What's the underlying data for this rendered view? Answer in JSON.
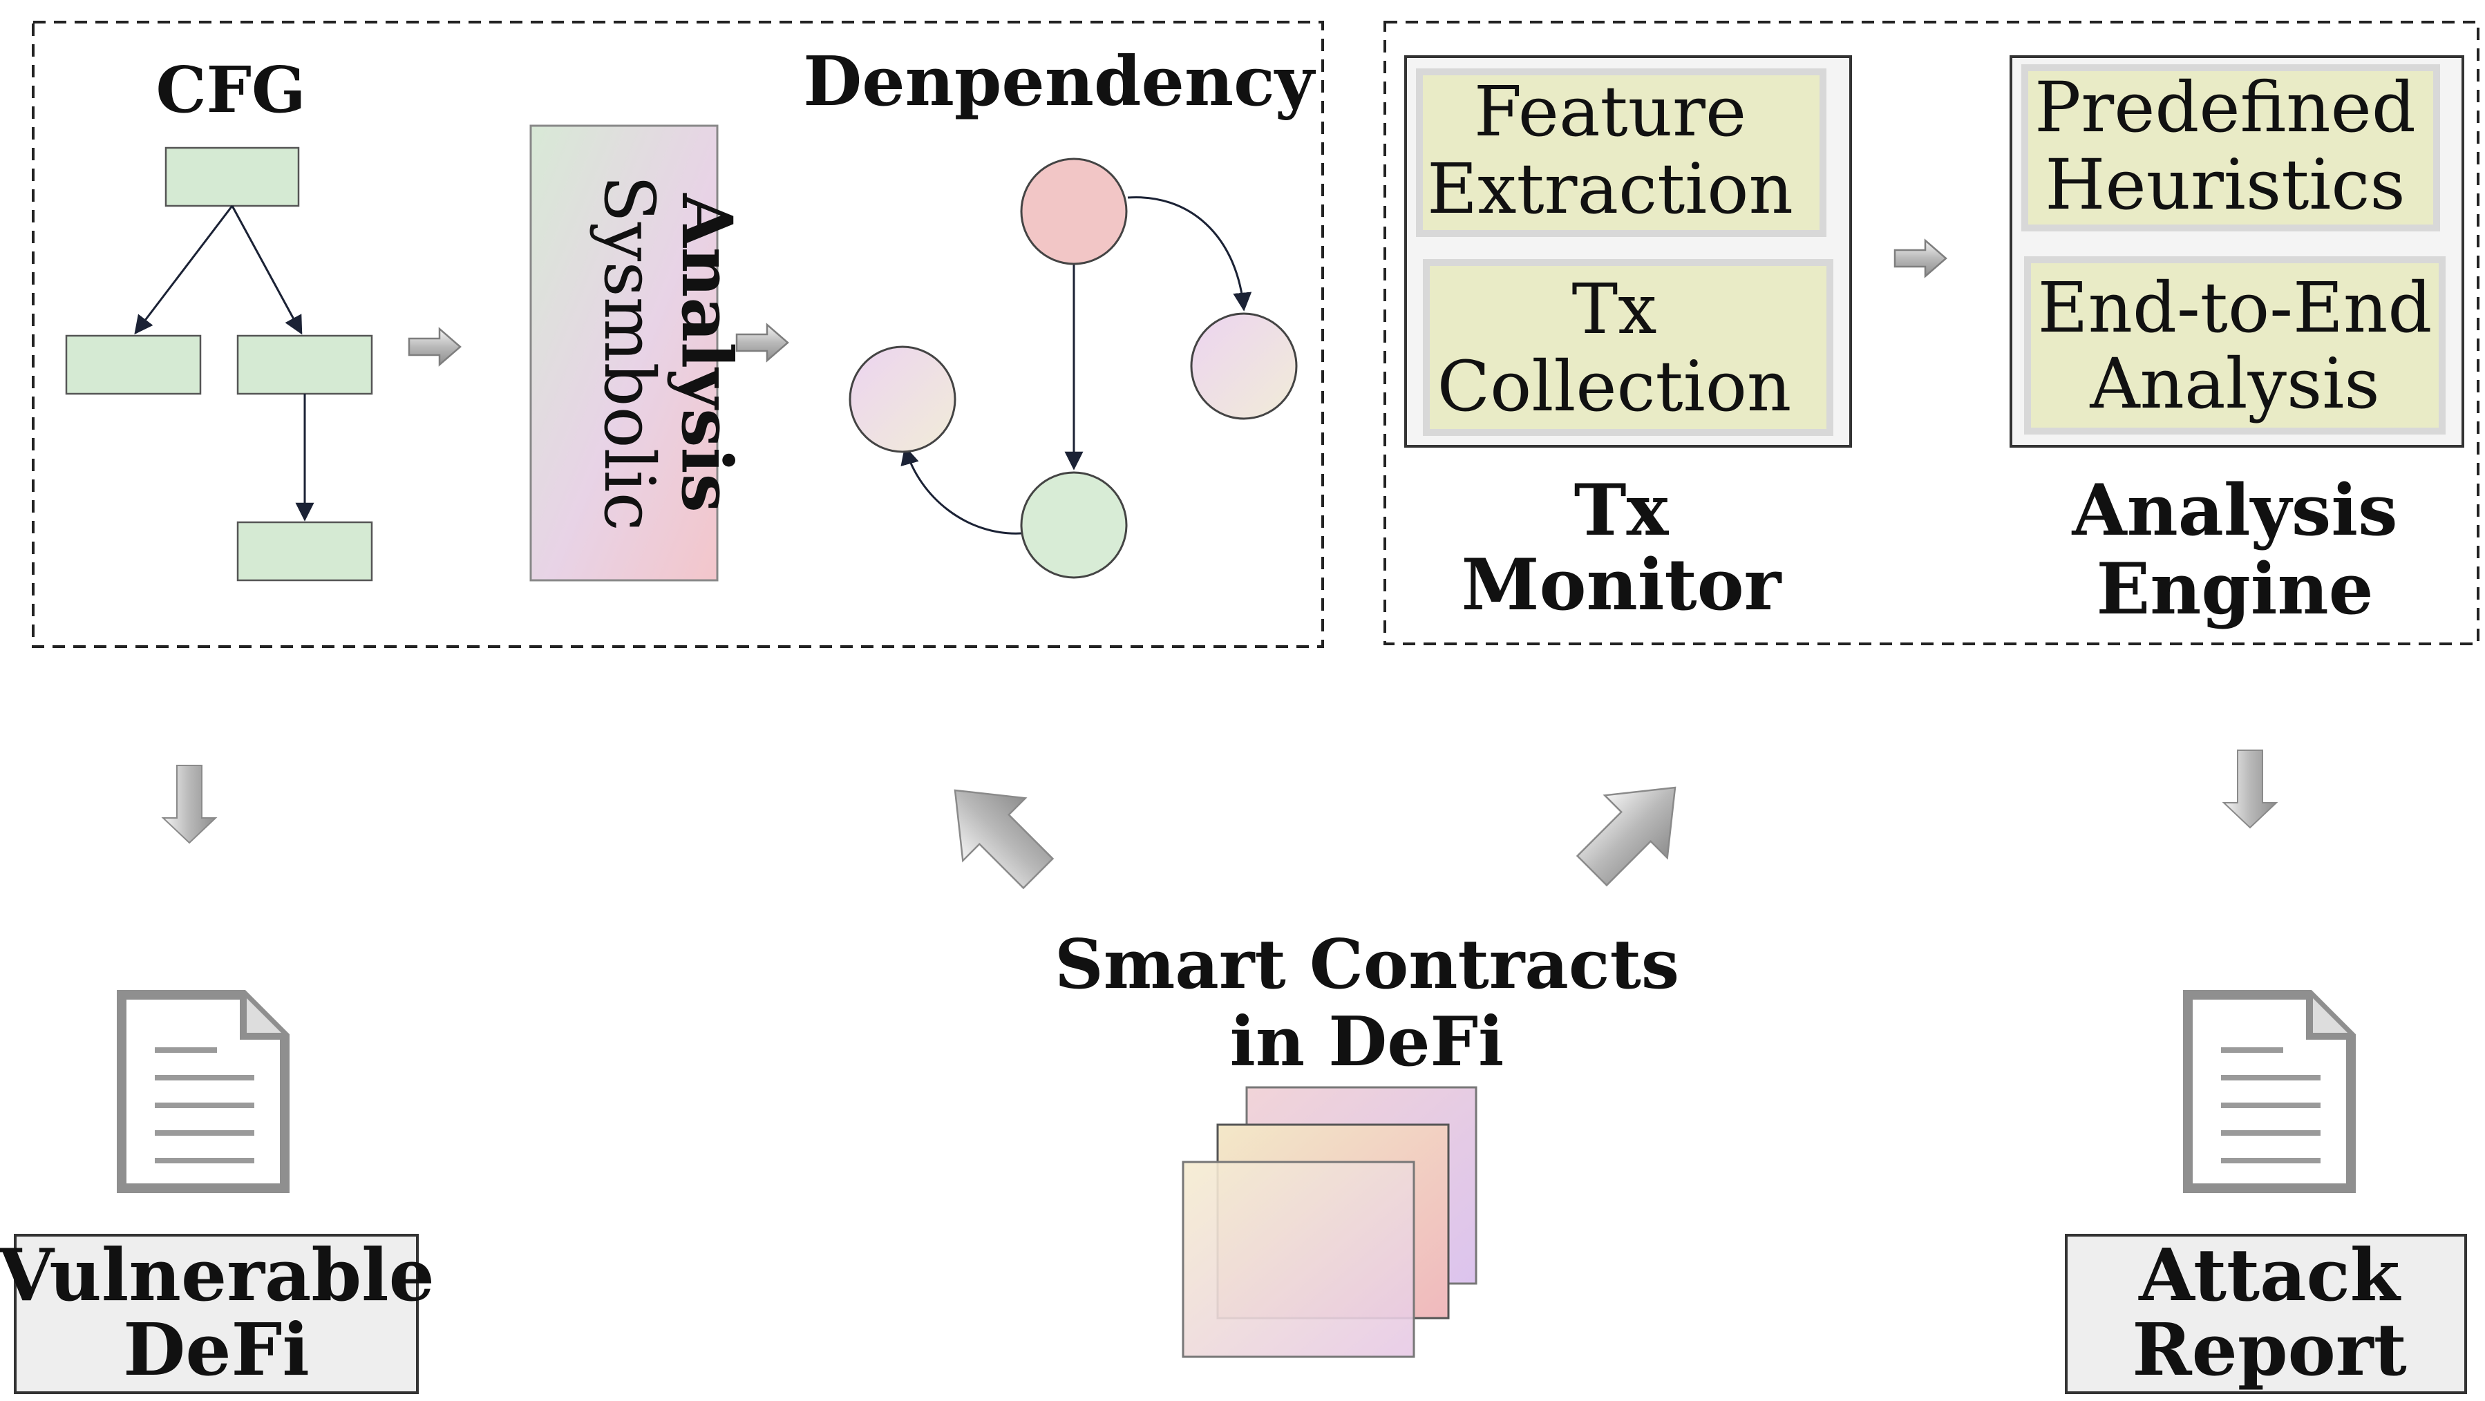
{
  "left_panel": {
    "cfg_title": "CFG",
    "symbolic_lines": [
      "Analysis",
      "Sysmbolic"
    ],
    "dependency_title": "Denpendency"
  },
  "right_panel": {
    "tx_monitor_items": [
      [
        "Feature",
        "Extraction"
      ],
      [
        "Tx",
        "Collection"
      ]
    ],
    "tx_monitor_title": [
      "Tx",
      "Monitor"
    ],
    "engine_items": [
      [
        "Predefined",
        "Heuristics"
      ],
      [
        "End-to-End",
        "Analysis"
      ]
    ],
    "engine_title": [
      "Analysis",
      "Engine"
    ]
  },
  "center": {
    "title_lines": [
      "Smart Contracts",
      "in DeFi"
    ]
  },
  "outputs": {
    "left_label": [
      "Vulnerable",
      "DeFi"
    ],
    "right_label": [
      "Attack",
      "Report"
    ]
  },
  "colors": {
    "cfg_node": "#d5ead3",
    "panel_item": "#e9ebc6",
    "panel_item_border": "#d8d8d8",
    "node_red": "#f2c6c6",
    "node_green": "#d8ecd6",
    "node_lilac": "#edd9ef",
    "arrow_gray": "#c8c8c8",
    "label_box": "#eeeeee"
  }
}
